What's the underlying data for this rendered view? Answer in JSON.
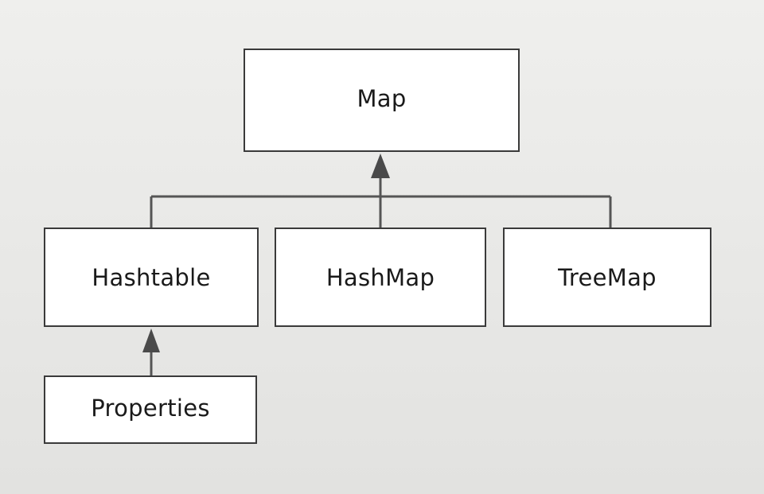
{
  "nodes": {
    "map": "Map",
    "hashtable": "Hashtable",
    "hashmap": "HashMap",
    "treemap": "TreeMap",
    "properties": "Properties"
  },
  "relations": [
    {
      "from": "hashtable",
      "to": "map"
    },
    {
      "from": "hashmap",
      "to": "map"
    },
    {
      "from": "treemap",
      "to": "map"
    },
    {
      "from": "properties",
      "to": "hashtable"
    }
  ],
  "colors": {
    "box_border": "#3a3a3a",
    "box_fill": "#ffffff",
    "line": "#555555",
    "arrow_head": "#4a4a4a",
    "background": "#e9e9e7"
  }
}
